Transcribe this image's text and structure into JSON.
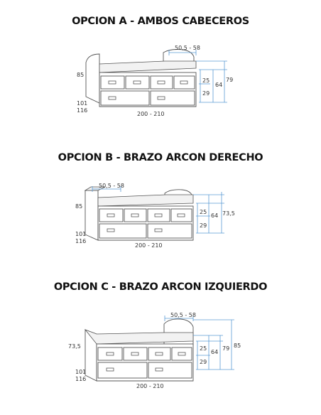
{
  "options": [
    {
      "title": "OPCION A - AMBOS CABECEROS",
      "dims": {
        "top": "50,5 - 58",
        "left_height": "85",
        "depth_1": "101",
        "depth_2": "116",
        "width": "200 - 210",
        "upper_drawer": "25",
        "lower_drawer": "29",
        "mid_height": "64",
        "total_height": "79"
      }
    },
    {
      "title": "OPCION B - BRAZO ARCON DERECHO",
      "dims": {
        "top": "50,5 - 58",
        "left_height": "85",
        "depth_1": "101",
        "depth_2": "116",
        "width": "200 - 210",
        "upper_drawer": "25",
        "lower_drawer": "29",
        "mid_height": "64",
        "total_height": "73,5"
      }
    },
    {
      "title": "OPCION C - BRAZO ARCON IZQUIERDO",
      "dims": {
        "top": "50,5 - 58",
        "left_height": "73,5",
        "depth_1": "101",
        "depth_2": "116",
        "width": "200 - 210",
        "upper_drawer": "25",
        "lower_drawer": "29",
        "mid_height": "64",
        "total_height_1": "79",
        "total_height_2": "85"
      }
    }
  ]
}
